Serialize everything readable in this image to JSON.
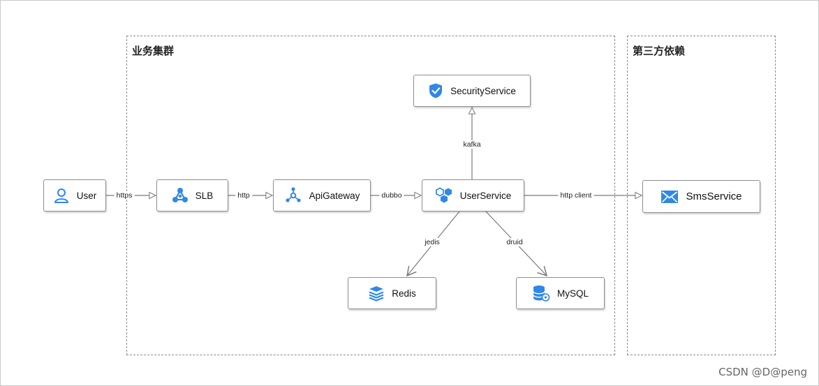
{
  "groups": {
    "business": {
      "title": "业务集群"
    },
    "third_party": {
      "title": "第三方依赖"
    }
  },
  "nodes": {
    "user": {
      "label": "User",
      "icon": "user-icon"
    },
    "slb": {
      "label": "SLB",
      "icon": "load-balancer-icon"
    },
    "api_gateway": {
      "label": "ApiGateway",
      "icon": "gateway-icon"
    },
    "user_service": {
      "label": "UserService",
      "icon": "hexagon-cluster-icon"
    },
    "security_service": {
      "label": "SecurityService",
      "icon": "shield-icon"
    },
    "redis": {
      "label": "Redis",
      "icon": "stack-icon"
    },
    "mysql": {
      "label": "MySQL",
      "icon": "database-icon"
    },
    "sms_service": {
      "label": "SmsService",
      "icon": "mail-icon"
    }
  },
  "edges": {
    "user_slb": "https",
    "slb_gateway": "http",
    "gateway_userservice": "dubbo",
    "userservice_security": "kafka",
    "userservice_sms": "http client",
    "userservice_redis": "jedis",
    "userservice_mysql": "druid"
  },
  "watermark": "CSDN @D@peng",
  "colors": {
    "accent": "#2f88e8",
    "border": "#8e8e8e",
    "group_border": "#8a8a8a",
    "line": "#7a7a7a"
  }
}
